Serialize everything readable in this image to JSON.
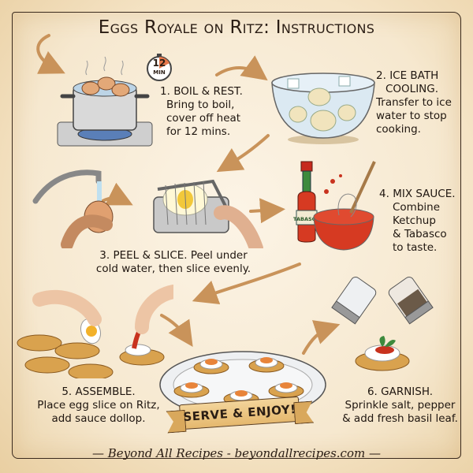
{
  "title": "Eggs Royale on Ritz: Instructions",
  "timer": {
    "value": "12",
    "unit": "MIN"
  },
  "steps": [
    {
      "number": "1.",
      "heading": "BOIL & REST.",
      "lines": [
        "Bring to boil,",
        "cover off heat",
        "for 12 mins."
      ]
    },
    {
      "number": "2.",
      "heading": "ICE BATH",
      "heading2": "COOLING.",
      "lines": [
        "Transfer to ice",
        "water to stop",
        "cooking."
      ]
    },
    {
      "number": "3.",
      "heading": "PEEL & SLICE.",
      "lines": [
        "Peel under",
        "cold water, then slice evenly."
      ]
    },
    {
      "number": "4.",
      "heading": "MIX SAUCE.",
      "lines": [
        "Combine",
        "Ketchup",
        "& Tabasco",
        "to taste."
      ]
    },
    {
      "number": "5.",
      "heading": "ASSEMBLE.",
      "lines": [
        "Place egg slice on Ritz,",
        "add sauce dollop."
      ]
    },
    {
      "number": "6.",
      "heading": "GARNISH.",
      "lines": [
        "Sprinkle salt, pepper",
        "& add fresh basil leaf."
      ]
    }
  ],
  "bottle_label": "TABASCO",
  "banner": "SERVE & ENJOY!",
  "footer": "— Beyond All Recipes - beyondallrecipes.com —",
  "colors": {
    "parchment": "#f6e8cf",
    "ink": "#2a1d14",
    "arrow": "#c9935a",
    "sauce": "#c8321e",
    "cracker": "#d9a24e",
    "banner": "#eac27e"
  }
}
